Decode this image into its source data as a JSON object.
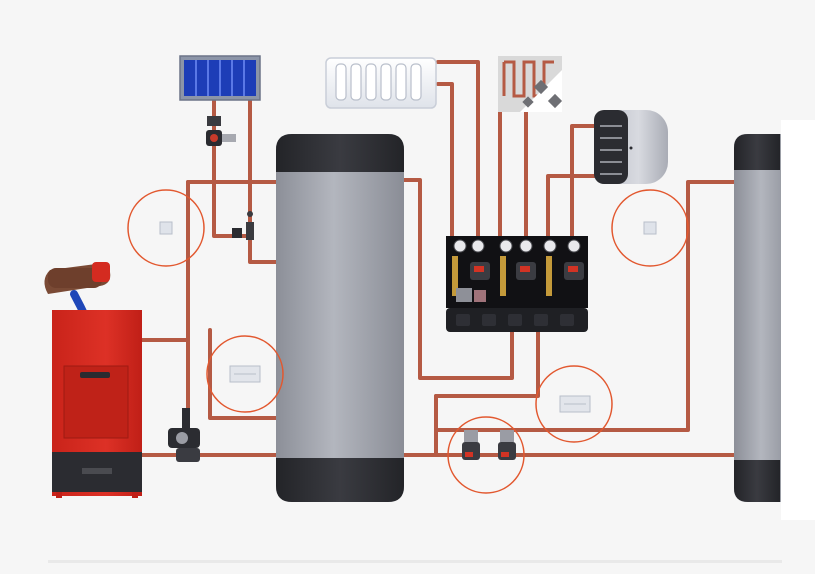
{
  "colors": {
    "background": "#f6f6f6",
    "pipe": "#b55a44",
    "pipe_highlight": "#d88a72",
    "highlight_ring": "#e2582f",
    "boiler_red": "#d42b20",
    "tank_body": "#9fa2ab",
    "tank_cap": "#2d2e33",
    "solar_blue": "#1d3db7",
    "radiator": "#f2f4f8"
  },
  "icons": {
    "collector": "solar-panel-icon",
    "radiator": "radiator-icon",
    "floor_heating": "floor-heating-icon",
    "dhw_tank": "hot-water-tank-icon",
    "boiler": "pellet-boiler-icon",
    "buffer": "buffer-tank-icon",
    "hydraulic_station": "pump-group-icon",
    "sensor": "temperature-sensor-icon",
    "controller": "controller-module-icon"
  },
  "highlights": [
    {
      "name": "sensor-zone-left",
      "contains": "temperature-sensor-icon"
    },
    {
      "name": "controller-zone-left",
      "contains": "controller-module-icon"
    },
    {
      "name": "pump-zone-bottom",
      "contains": "pump-icon"
    },
    {
      "name": "controller-zone-right",
      "contains": "controller-module-icon"
    },
    {
      "name": "sensor-zone-right",
      "contains": "temperature-sensor-icon"
    }
  ]
}
